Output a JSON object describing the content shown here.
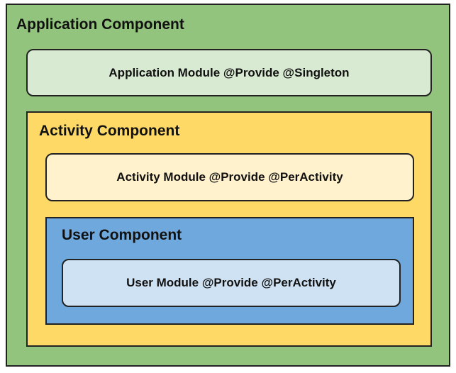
{
  "diagram": {
    "application_component": {
      "title": "Application Component",
      "module_label": "Application Module @Provide @Singleton"
    },
    "activity_component": {
      "title": "Activity Component",
      "module_label": "Activity Module @Provide @PerActivity"
    },
    "user_component": {
      "title": "User Component",
      "module_label": "User Module @Provide @PerActivity"
    }
  },
  "colors": {
    "application_fill": "#93c47d",
    "application_module_fill": "#d9ead3",
    "activity_fill": "#ffd966",
    "activity_module_fill": "#fff2cc",
    "user_fill": "#6fa8dc",
    "user_module_fill": "#cfe2f3"
  }
}
